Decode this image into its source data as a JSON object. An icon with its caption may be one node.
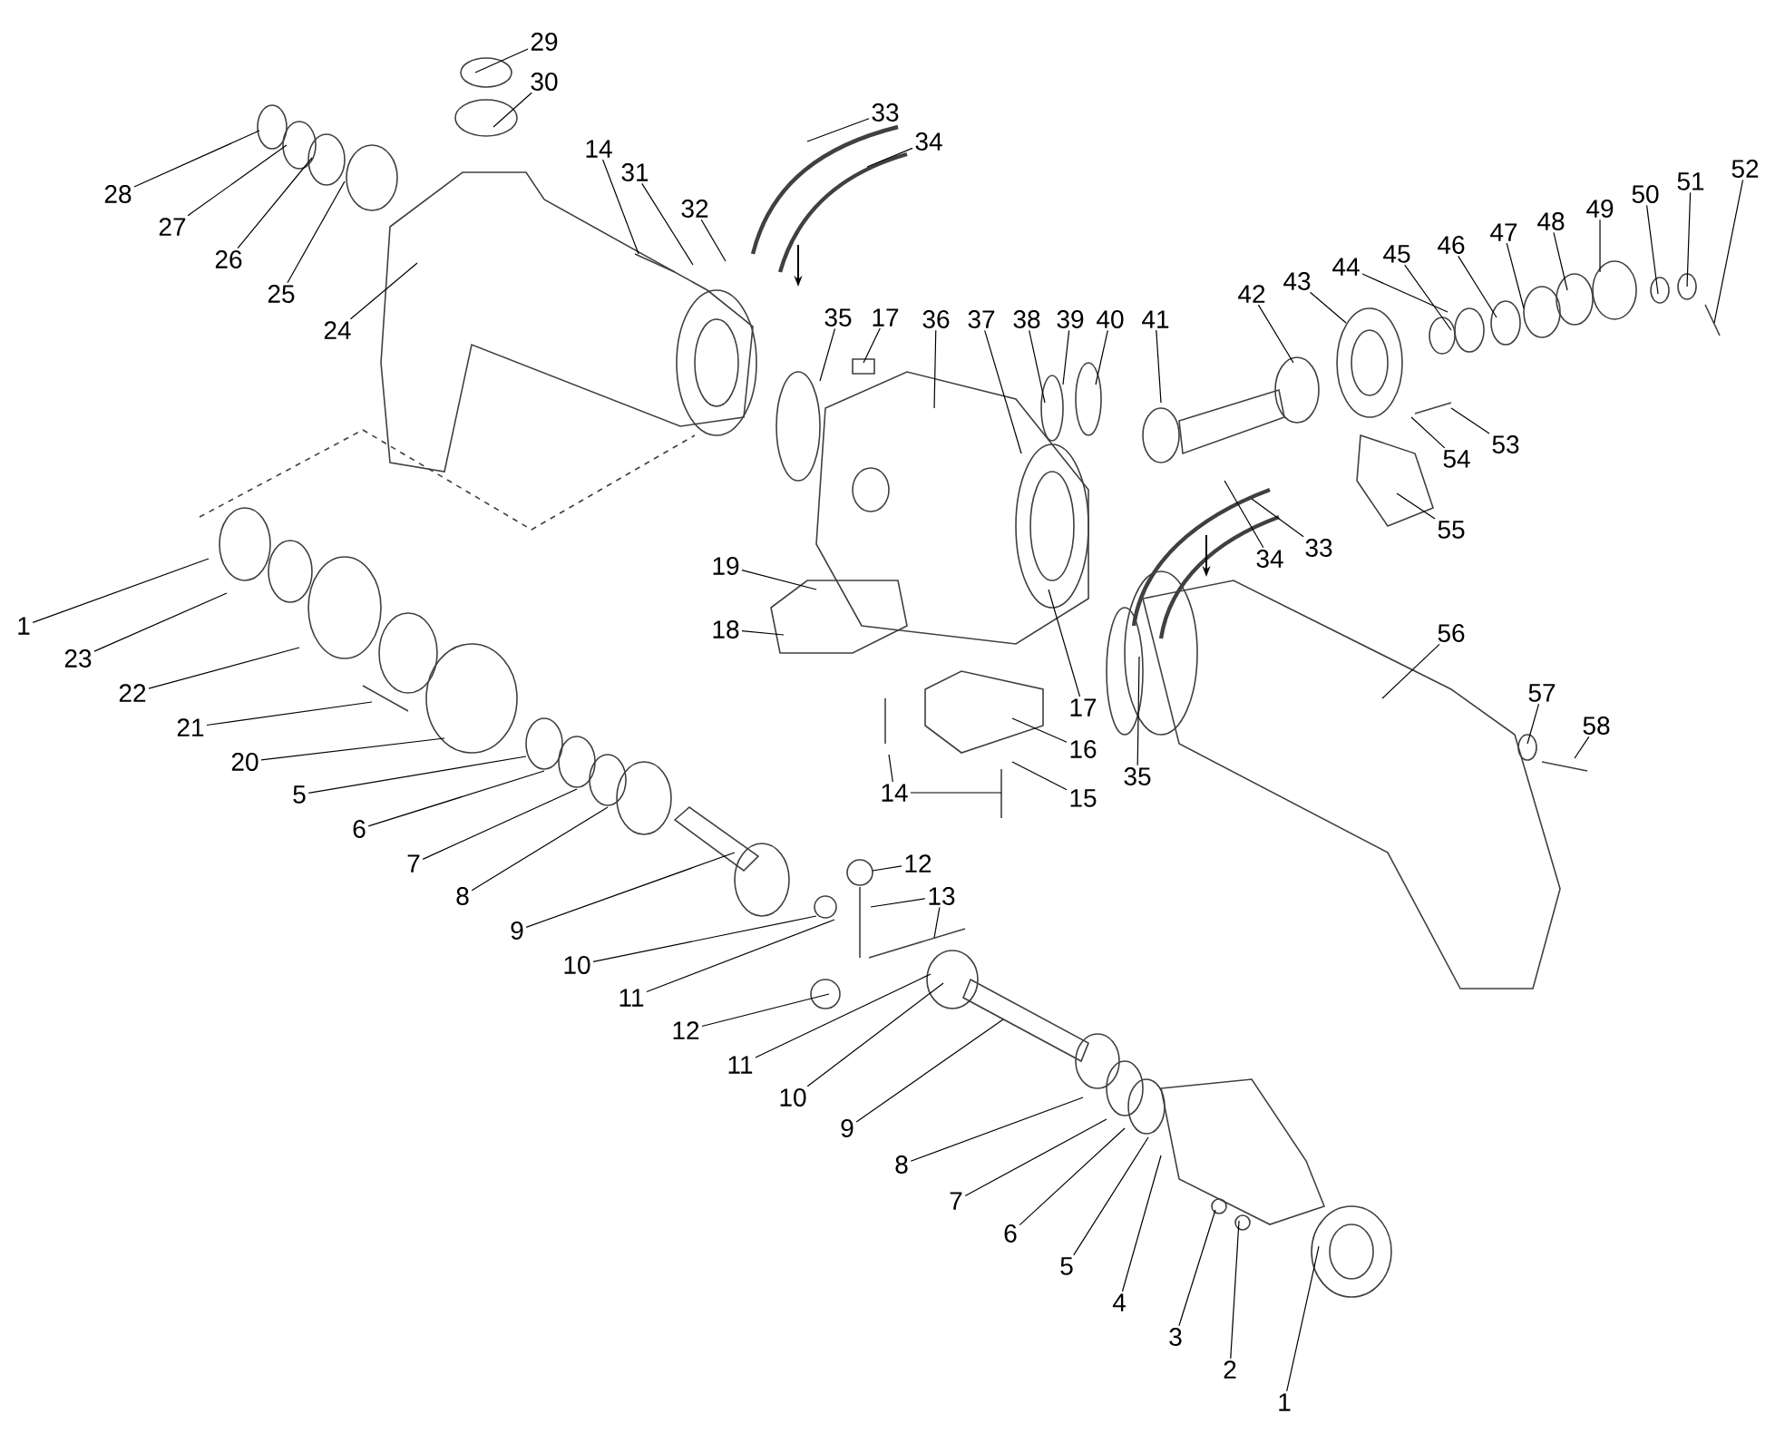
{
  "diagram": {
    "nodes": [
      {
        "text": [
          "29"
        ]
      },
      {
        "text": [
          "30"
        ]
      },
      {
        "text": [
          "33"
        ]
      },
      {
        "text": [
          "34"
        ]
      },
      {
        "text": [
          "28"
        ]
      },
      {
        "text": [
          "14"
        ]
      },
      {
        "text": [
          "31"
        ]
      },
      {
        "text": [
          "27"
        ]
      },
      {
        "text": [
          "32"
        ]
      },
      {
        "text": [
          "26"
        ]
      },
      {
        "text": [
          "25"
        ]
      },
      {
        "text": [
          "24"
        ]
      },
      {
        "text": [
          "35"
        ]
      },
      {
        "text": [
          "17"
        ]
      },
      {
        "text": [
          "36"
        ]
      },
      {
        "text": [
          "37"
        ]
      },
      {
        "text": [
          "38"
        ]
      },
      {
        "text": [
          "39"
        ]
      },
      {
        "text": [
          "40"
        ]
      },
      {
        "text": [
          "41"
        ]
      },
      {
        "text": [
          "42"
        ]
      },
      {
        "text": [
          "43"
        ]
      },
      {
        "text": [
          "44"
        ]
      },
      {
        "text": [
          "45"
        ]
      },
      {
        "text": [
          "46"
        ]
      },
      {
        "text": [
          "47"
        ]
      },
      {
        "text": [
          "48"
        ]
      },
      {
        "text": [
          "49"
        ]
      },
      {
        "text": [
          "50"
        ]
      },
      {
        "text": [
          "51"
        ]
      },
      {
        "text": [
          "52"
        ]
      },
      {
        "text": [
          "53"
        ]
      },
      {
        "text": [
          "54"
        ]
      },
      {
        "text": [
          "55"
        ]
      },
      {
        "text": [
          "34"
        ]
      },
      {
        "text": [
          "33"
        ]
      },
      {
        "text": [
          "19"
        ]
      },
      {
        "text": [
          "18"
        ]
      },
      {
        "text": [
          "56"
        ]
      },
      {
        "text": [
          "1"
        ]
      },
      {
        "text": [
          "23"
        ]
      },
      {
        "text": [
          "57"
        ]
      },
      {
        "text": [
          "17"
        ]
      },
      {
        "text": [
          "22"
        ]
      },
      {
        "text": [
          "58"
        ]
      },
      {
        "text": [
          "21"
        ]
      },
      {
        "text": [
          "16"
        ]
      },
      {
        "text": [
          "20"
        ]
      },
      {
        "text": [
          "35"
        ]
      },
      {
        "text": [
          "5"
        ]
      },
      {
        "text": [
          "15"
        ]
      },
      {
        "text": [
          "14"
        ]
      },
      {
        "text": [
          "6"
        ]
      },
      {
        "text": [
          "12"
        ]
      },
      {
        "text": [
          "7"
        ]
      },
      {
        "text": [
          "13"
        ]
      },
      {
        "text": [
          "8"
        ]
      },
      {
        "text": [
          "9"
        ]
      },
      {
        "text": [
          "10"
        ]
      },
      {
        "text": [
          "11"
        ]
      },
      {
        "text": [
          "12"
        ]
      },
      {
        "text": [
          "11"
        ]
      },
      {
        "text": [
          "10"
        ]
      },
      {
        "text": [
          "9"
        ]
      },
      {
        "text": [
          "8"
        ]
      },
      {
        "text": [
          "7"
        ]
      },
      {
        "text": [
          "6"
        ]
      },
      {
        "text": [
          "5"
        ]
      },
      {
        "text": [
          "4"
        ]
      },
      {
        "text": [
          "3"
        ]
      },
      {
        "text": [
          "2"
        ]
      },
      {
        "text": [
          "1"
        ]
      }
    ],
    "edges": [
      {
        "from": 0,
        "to": null,
        "arrow": "none"
      },
      {
        "from": 1,
        "to": null,
        "arrow": "none"
      },
      {
        "from": 2,
        "to": null,
        "arrow": "none"
      },
      {
        "from": 3,
        "to": null,
        "arrow": "none"
      },
      {
        "from": 4,
        "to": null,
        "arrow": "none"
      },
      {
        "from": 5,
        "to": null,
        "arrow": "none"
      },
      {
        "from": 6,
        "to": null,
        "arrow": "none"
      },
      {
        "from": 7,
        "to": null,
        "arrow": "none"
      },
      {
        "from": 8,
        "to": null,
        "arrow": "none"
      },
      {
        "from": 9,
        "to": null,
        "arrow": "none"
      },
      {
        "from": 10,
        "to": null,
        "arrow": "none"
      },
      {
        "from": 11,
        "to": null,
        "arrow": "none"
      },
      {
        "from": 12,
        "to": null,
        "arrow": "none"
      },
      {
        "from": 13,
        "to": null,
        "arrow": "none"
      },
      {
        "from": 14,
        "to": null,
        "arrow": "none"
      },
      {
        "from": 15,
        "to": null,
        "arrow": "none"
      },
      {
        "from": 16,
        "to": null,
        "arrow": "none"
      },
      {
        "from": 17,
        "to": null,
        "arrow": "none"
      },
      {
        "from": 18,
        "to": null,
        "arrow": "none"
      },
      {
        "from": 19,
        "to": null,
        "arrow": "none"
      },
      {
        "from": 20,
        "to": null,
        "arrow": "none"
      },
      {
        "from": 21,
        "to": null,
        "arrow": "none"
      },
      {
        "from": 22,
        "to": null,
        "arrow": "none"
      },
      {
        "from": 23,
        "to": null,
        "arrow": "none"
      },
      {
        "from": 24,
        "to": null,
        "arrow": "none"
      },
      {
        "from": 25,
        "to": null,
        "arrow": "none"
      },
      {
        "from": 26,
        "to": null,
        "arrow": "none"
      },
      {
        "from": 27,
        "to": null,
        "arrow": "none"
      },
      {
        "from": 28,
        "to": null,
        "arrow": "none"
      },
      {
        "from": 29,
        "to": null,
        "arrow": "none"
      },
      {
        "from": 30,
        "to": null,
        "arrow": "none"
      },
      {
        "from": 31,
        "to": null,
        "arrow": "none"
      },
      {
        "from": 32,
        "to": null,
        "arrow": "none"
      },
      {
        "from": 33,
        "to": null,
        "arrow": "none"
      },
      {
        "from": 34,
        "to": null,
        "arrow": "none"
      },
      {
        "from": 35,
        "to": null,
        "arrow": "none"
      },
      {
        "from": 36,
        "to": null,
        "arrow": "none"
      },
      {
        "from": 37,
        "to": null,
        "arrow": "none"
      },
      {
        "from": 38,
        "to": null,
        "arrow": "none"
      },
      {
        "from": 39,
        "to": null,
        "arrow": "none"
      },
      {
        "from": 40,
        "to": null,
        "arrow": "none"
      },
      {
        "from": 41,
        "to": null,
        "arrow": "none"
      },
      {
        "from": 42,
        "to": null,
        "arrow": "none"
      },
      {
        "from": 43,
        "to": null,
        "arrow": "none"
      },
      {
        "from": 44,
        "to": null,
        "arrow": "none"
      },
      {
        "from": 45,
        "to": null,
        "arrow": "none"
      },
      {
        "from": 46,
        "to": null,
        "arrow": "none"
      },
      {
        "from": 47,
        "to": null,
        "arrow": "none"
      },
      {
        "from": 48,
        "to": null,
        "arrow": "none"
      },
      {
        "from": 49,
        "to": null,
        "arrow": "none"
      },
      {
        "from": 50,
        "to": null,
        "arrow": "none"
      },
      {
        "from": 51,
        "to": null,
        "arrow": "none"
      },
      {
        "from": 51,
        "to": null,
        "arrow": "none"
      },
      {
        "from": 52,
        "to": null,
        "arrow": "none"
      },
      {
        "from": 53,
        "to": null,
        "arrow": "none"
      },
      {
        "from": 54,
        "to": null,
        "arrow": "none"
      },
      {
        "from": 55,
        "to": null,
        "arrow": "none"
      },
      {
        "from": 55,
        "to": null,
        "arrow": "none"
      },
      {
        "from": 56,
        "to": null,
        "arrow": "none"
      },
      {
        "from": 57,
        "to": null,
        "arrow": "none"
      },
      {
        "from": 58,
        "to": null,
        "arrow": "none"
      },
      {
        "from": 59,
        "to": null,
        "arrow": "none"
      },
      {
        "from": 60,
        "to": null,
        "arrow": "none"
      },
      {
        "from": 61,
        "to": null,
        "arrow": "none"
      },
      {
        "from": 62,
        "to": null,
        "arrow": "none"
      },
      {
        "from": 63,
        "to": null,
        "arrow": "none"
      },
      {
        "from": 64,
        "to": null,
        "arrow": "none"
      },
      {
        "from": 65,
        "to": null,
        "arrow": "none"
      },
      {
        "from": 66,
        "to": null,
        "arrow": "none"
      },
      {
        "from": 67,
        "to": null,
        "arrow": "none"
      },
      {
        "from": 68,
        "to": null,
        "arrow": "none"
      },
      {
        "from": 69,
        "to": null,
        "arrow": "none"
      },
      {
        "from": 70,
        "to": null,
        "arrow": "none"
      },
      {
        "from": 71,
        "to": null,
        "arrow": "none"
      }
    ]
  }
}
